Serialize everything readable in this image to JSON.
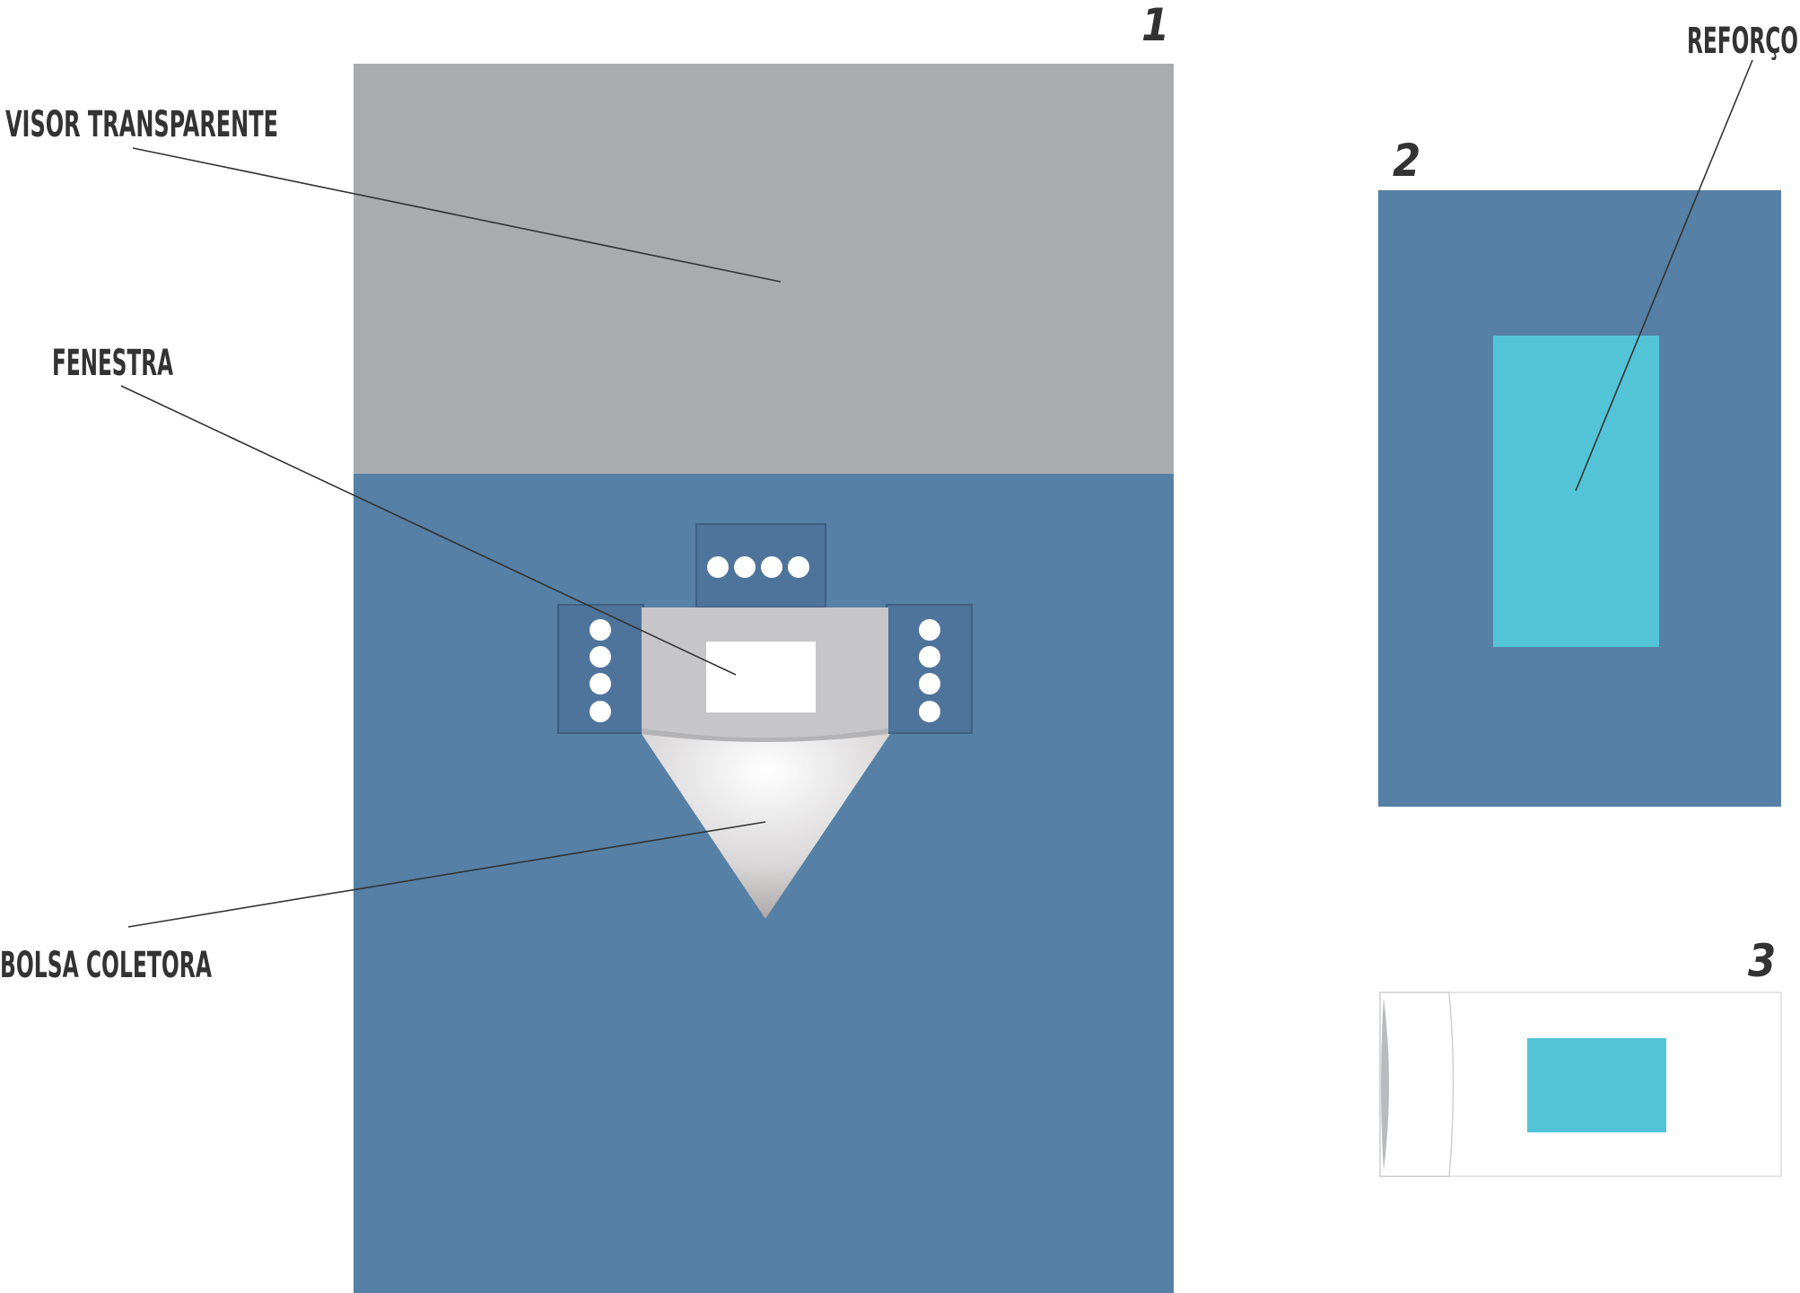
{
  "figure_numbers": {
    "drape": "1",
    "reinforced_drape": "2",
    "folded_drape": "3"
  },
  "labels": {
    "visor": "VISOR TRANSPARENTE",
    "fenestra": "FENESTRA",
    "bolsa": "BOLSA COLETORA",
    "reforco": "REFORÇO"
  },
  "colors": {
    "drape_blue": "#5680a5",
    "visor_gray": "#aaabae",
    "tab_blue": "#4f749b",
    "frame_gray": "#c6c6c8",
    "reinforcement_cyan": "#53c4d8",
    "text_dark": "#333333",
    "line_dark": "#333333"
  },
  "icons": {
    "tab_holes": "white-circle"
  }
}
